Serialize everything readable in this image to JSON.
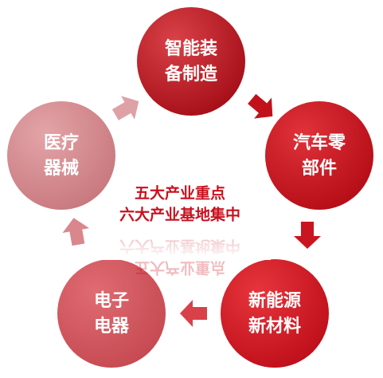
{
  "center": {
    "line1": "五大产业重点",
    "line2": "六大产业基地集中",
    "color": "#c8101e"
  },
  "nodes": [
    {
      "line1": "智能装",
      "line2": "备制造",
      "color_light": "#d94148",
      "color_dark": "#a60f18"
    },
    {
      "line1": "汽车零",
      "line2": "部件",
      "color_light": "#e0323a",
      "color_dark": "#b50d17"
    },
    {
      "line1": "新能源",
      "line2": "新材料",
      "color_light": "#e6353c",
      "color_dark": "#bf0f1a"
    },
    {
      "line1": "电子",
      "line2": "电器",
      "color_light": "#e06b72",
      "color_dark": "#c64a52"
    },
    {
      "line1": "医疗",
      "line2": "器械",
      "color_light": "#e3a4a8",
      "color_dark": "#c8797e"
    }
  ],
  "arrows": [
    {
      "icon": "arrow-right-down-icon",
      "color": "#c1121c"
    },
    {
      "icon": "arrow-down-icon",
      "color": "#c91520"
    },
    {
      "icon": "arrow-left-icon",
      "color": "#d8404a"
    },
    {
      "icon": "arrow-up-icon",
      "color": "#d9868c"
    },
    {
      "icon": "arrow-up-right-icon",
      "color": "#dea1a5"
    }
  ]
}
